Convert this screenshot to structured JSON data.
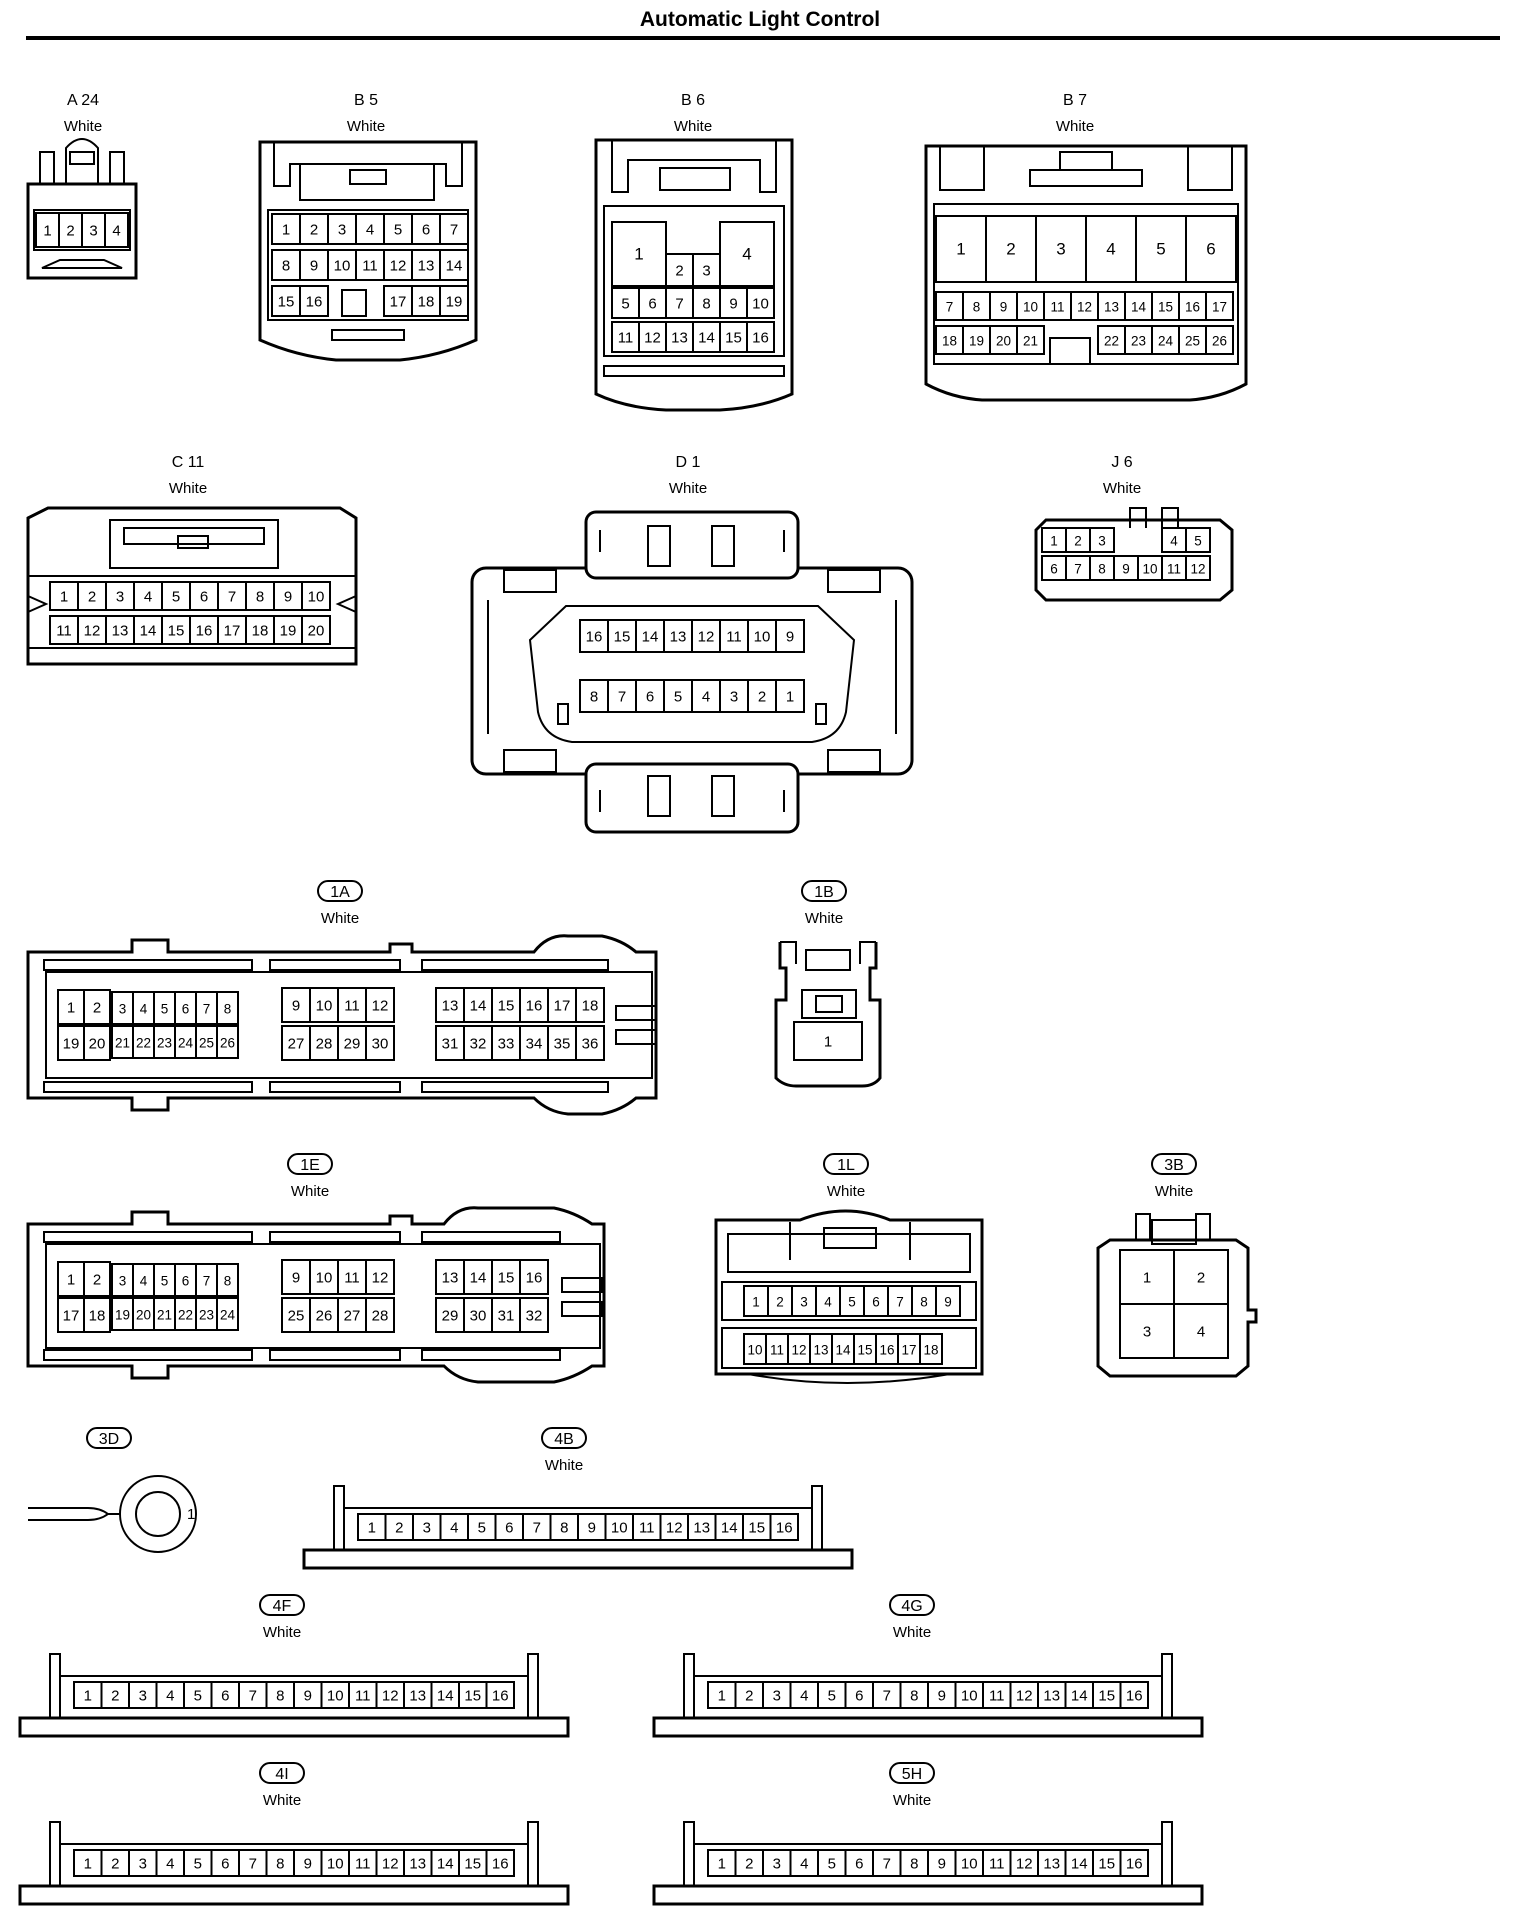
{
  "title": "Automatic Light Control",
  "connectors": [
    {
      "id": "A 24",
      "color": "White"
    },
    {
      "id": "B 5",
      "color": "White"
    },
    {
      "id": "B 6",
      "color": "White"
    },
    {
      "id": "B 7",
      "color": "White"
    },
    {
      "id": "C 11",
      "color": "White"
    },
    {
      "id": "D 1",
      "color": "White"
    },
    {
      "id": "J 6",
      "color": "White"
    },
    {
      "id": "1A",
      "color": "White"
    },
    {
      "id": "1B",
      "color": "White"
    },
    {
      "id": "1E",
      "color": "White"
    },
    {
      "id": "1L",
      "color": "White"
    },
    {
      "id": "3B",
      "color": "White"
    },
    {
      "id": "3D",
      "color": ""
    },
    {
      "id": "4B",
      "color": "White"
    },
    {
      "id": "4F",
      "color": "White"
    },
    {
      "id": "4G",
      "color": "White"
    },
    {
      "id": "4I",
      "color": "White"
    },
    {
      "id": "5H",
      "color": "White"
    }
  ]
}
